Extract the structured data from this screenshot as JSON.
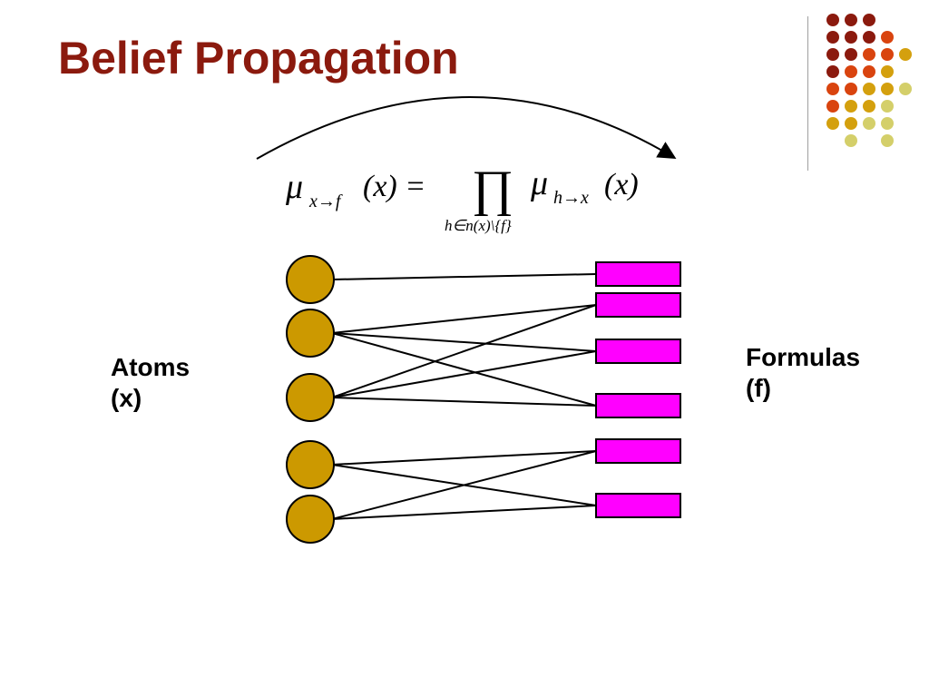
{
  "slide": {
    "title": "Belief Propagation"
  },
  "labels": {
    "atoms_line1": "Atoms",
    "atoms_line2": "(x)",
    "formulas_line1": "Formulas",
    "formulas_line2": "(f)"
  },
  "formula": {
    "lhs_mu": "μ",
    "lhs_sub": "x→f",
    "lhs_arg": "(x) =",
    "product": "∏",
    "prod_sub": "h∈n(x)\\{f}",
    "rhs_mu": "μ",
    "rhs_sub": "h→x",
    "rhs_arg": "(x)"
  },
  "colors": {
    "title": "#8b1a0e",
    "atom_fill": "#cc9900",
    "formula_fill": "#ff00ff",
    "edge": "#000000",
    "dot_palette": [
      "#8b1a0e",
      "#d9440f",
      "#d4a00e",
      "#d4cf6a"
    ]
  },
  "graph": {
    "atoms": [
      "x1",
      "x2",
      "x3",
      "x4",
      "x5"
    ],
    "formulas": [
      "f1",
      "f2",
      "f3",
      "f4",
      "f5",
      "f6"
    ],
    "edges": [
      [
        0,
        0
      ],
      [
        1,
        1
      ],
      [
        1,
        2
      ],
      [
        1,
        3
      ],
      [
        2,
        1
      ],
      [
        2,
        2
      ],
      [
        2,
        3
      ],
      [
        3,
        4
      ],
      [
        3,
        5
      ],
      [
        4,
        4
      ],
      [
        4,
        5
      ]
    ]
  }
}
